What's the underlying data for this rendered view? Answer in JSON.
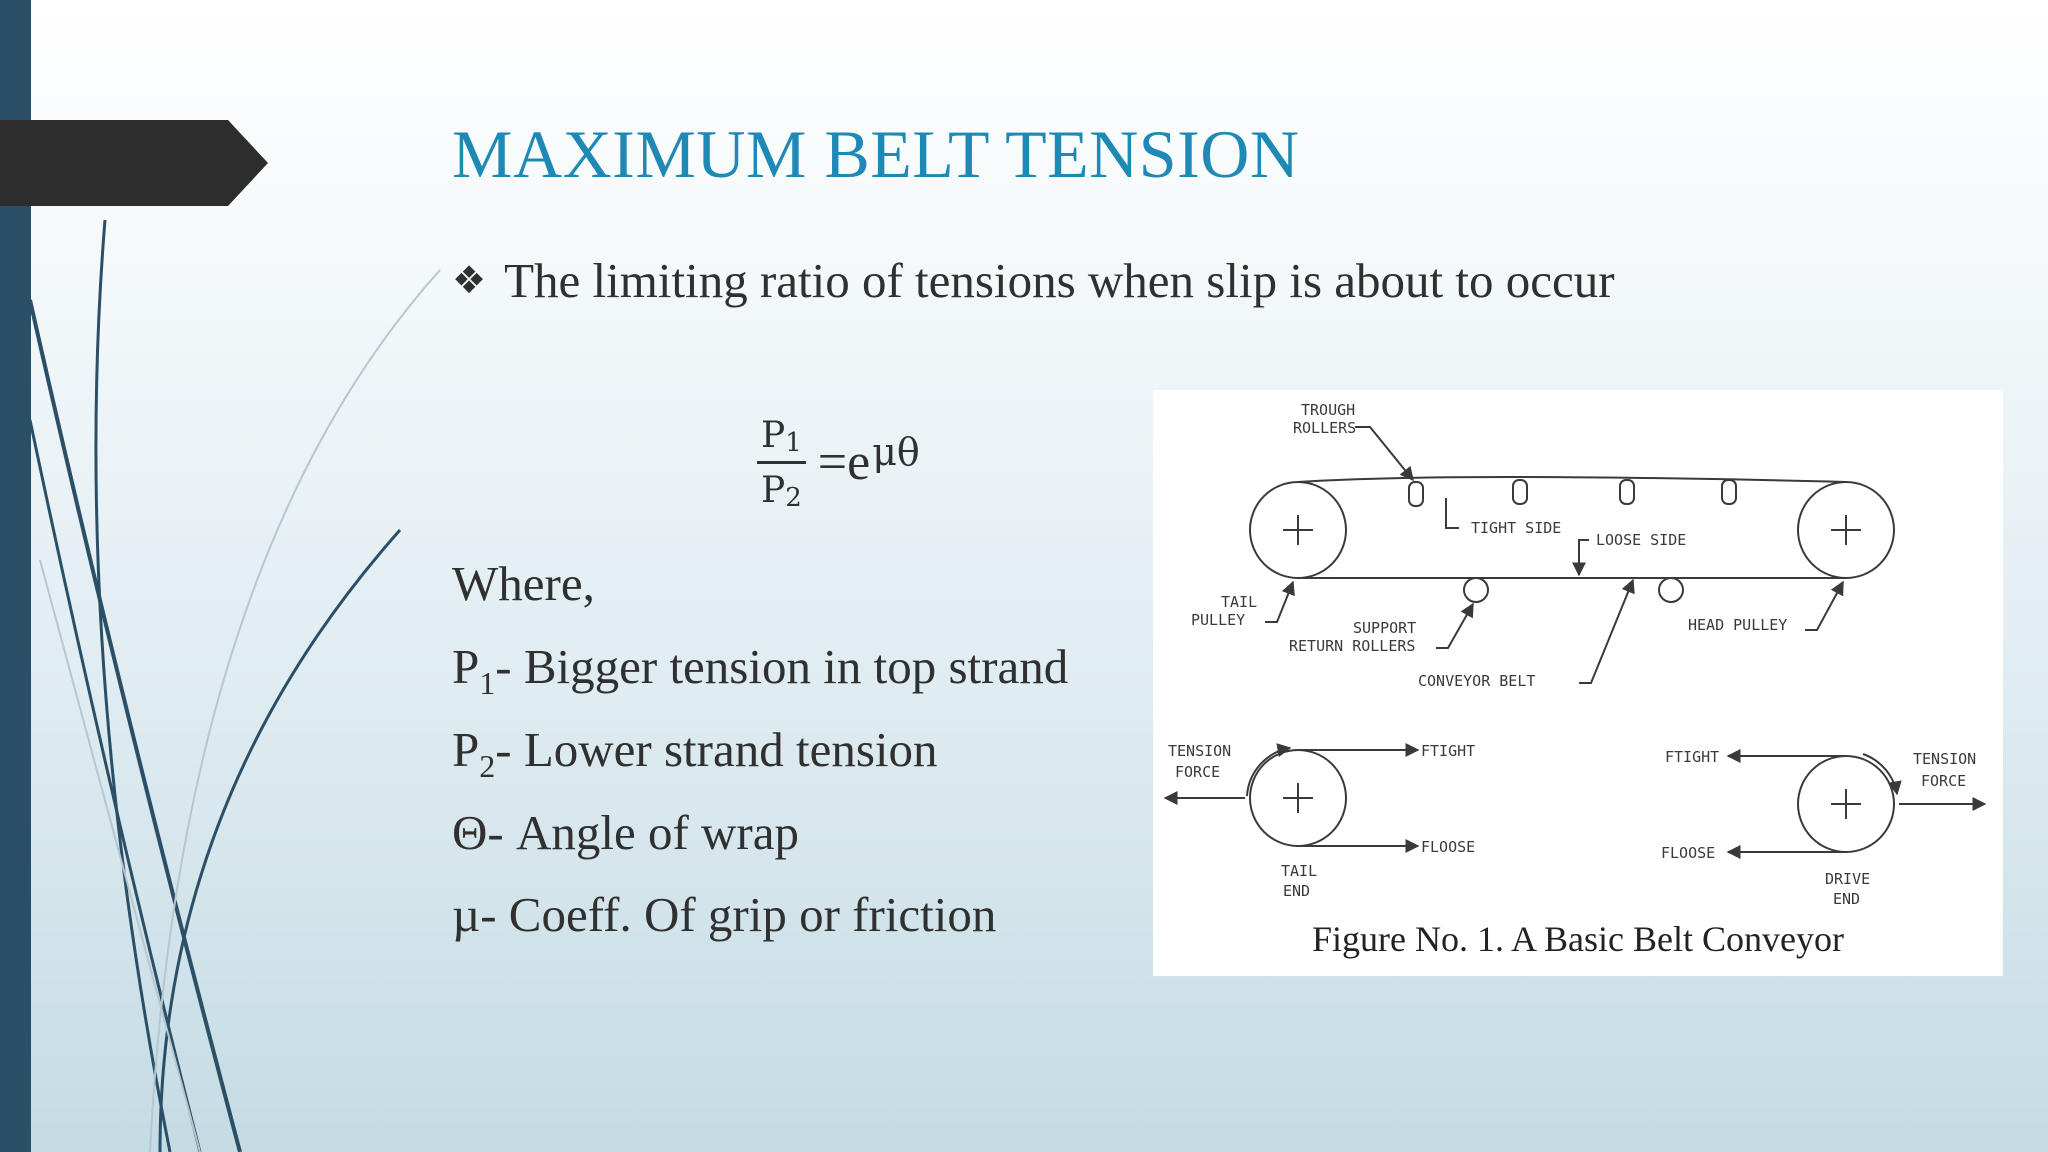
{
  "slide": {
    "title": "MAXIMUM BELT TENSION",
    "bullet": "The limiting ratio of tensions when slip is about to occur",
    "formula": {
      "numerator": "P",
      "numerator_sub": "1",
      "denominator": "P",
      "denominator_sub": "2",
      "equals": "=e",
      "exponent": "μθ"
    },
    "where_label": "Where,",
    "definitions": [
      {
        "symbol": "P",
        "sub": "1",
        "text": "- Bigger tension in top strand"
      },
      {
        "symbol": "P",
        "sub": "2",
        "text": "- Lower strand tension"
      },
      {
        "symbol": "Θ",
        "sub": "",
        "text": "- Angle of wrap"
      },
      {
        "symbol": "µ",
        "sub": "",
        "text": "- Coeff. Of grip or friction"
      }
    ],
    "colors": {
      "title": "#1f89b5",
      "body_text": "#303030",
      "side_bar": "#2b4f66",
      "tab": "#2d2d2d"
    }
  },
  "figure": {
    "caption": "Figure No. 1.  A Basic Belt Conveyor",
    "labels": {
      "trough1": "TROUGH",
      "trough2": "ROLLERS",
      "tight_side": "TIGHT SIDE",
      "loose_side": "LOOSE SIDE",
      "tail1": "TAIL",
      "tail2": "PULLEY",
      "support1": "SUPPORT",
      "support2": "RETURN ROLLERS",
      "head_pulley": "HEAD PULLEY",
      "conveyor_belt": "CONVEYOR BELT",
      "tension1_l": "TENSION",
      "tension2_l": "FORCE",
      "f_tight_l": "FTIGHT",
      "f_loose_l": "FLOOSE",
      "tail_end1": "TAIL",
      "tail_end2": "END",
      "f_tight_r": "FTIGHT",
      "f_loose_r": "FLOOSE",
      "tension1_r": "TENSION",
      "tension2_r": "FORCE",
      "drive_end1": "DRIVE",
      "drive_end2": "END"
    }
  }
}
